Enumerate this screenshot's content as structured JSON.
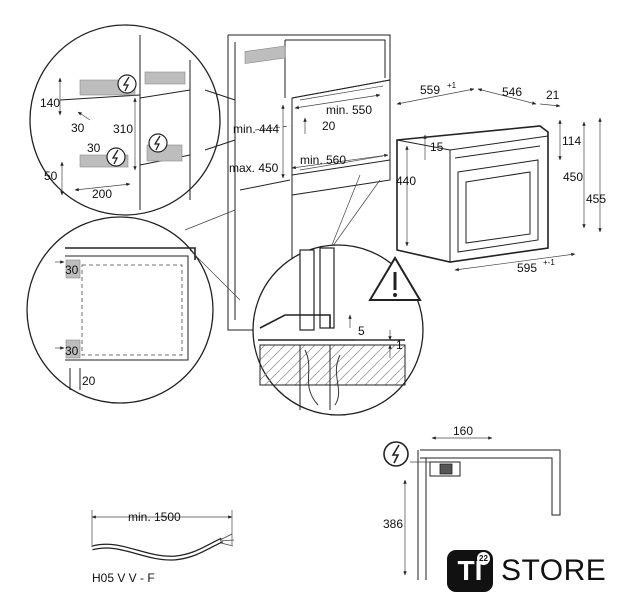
{
  "oven": {
    "depth": "559",
    "depth_tol": "+1",
    "depth_inner": "546",
    "front": "21",
    "height_front": "114",
    "height_body": "450",
    "height_total": "455",
    "top_gap": "15",
    "height_side": "440",
    "width": "595",
    "width_tol": "+-1"
  },
  "cabinet": {
    "min_depth": "min. 550",
    "min_height": "min. 444",
    "max_height": "max. 450",
    "gap": "20",
    "min_width": "min. 560"
  },
  "detail_top": {
    "d140": "140",
    "d30a": "30",
    "d310": "310",
    "d30b": "30",
    "d50": "50",
    "d200": "200"
  },
  "detail_left": {
    "d30a": "30",
    "d30b": "30",
    "d20": "20"
  },
  "detail_bottom": {
    "d5": "5",
    "d1": "1"
  },
  "socket_view": {
    "d160": "160",
    "d386": "386"
  },
  "cable": {
    "length": "min. 1500",
    "type": "H05 V V - F"
  },
  "logo": {
    "mark": "TI",
    "sup": "22",
    "word": "STORE"
  },
  "icons": [
    "electric-hazard-icon",
    "warning-triangle-icon"
  ]
}
